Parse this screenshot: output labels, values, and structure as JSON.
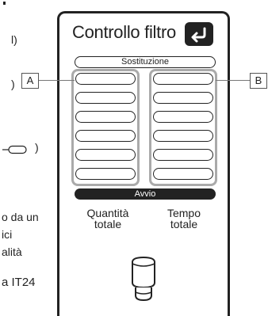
{
  "left_text_fragments": [
    {
      "text": "l)",
      "left": 0,
      "top": 0
    },
    {
      "text": ")",
      "left": 0,
      "top": 0
    },
    {
      "text": "o da un",
      "left": 0,
      "top": 0
    },
    {
      "text": "ici",
      "left": 0,
      "top": 0
    },
    {
      "text": "alità",
      "left": 0,
      "top": 0
    },
    {
      "text": "a IT24",
      "left": 0,
      "top": 0
    }
  ],
  "screen": {
    "title": "Controllo filtro",
    "replacement_label": "Sostituzione",
    "start_label": "Avvio",
    "quantity_label_line1": "Quantità",
    "quantity_label_line2": "totale",
    "time_label_line1": "Tempo",
    "time_label_line2": "totale"
  },
  "callouts": {
    "a": "A",
    "b": "B"
  },
  "icons": {
    "back": "return-arrow-icon",
    "filter": "filter-cartridge-icon",
    "toggle": "toggle-outline-icon"
  }
}
